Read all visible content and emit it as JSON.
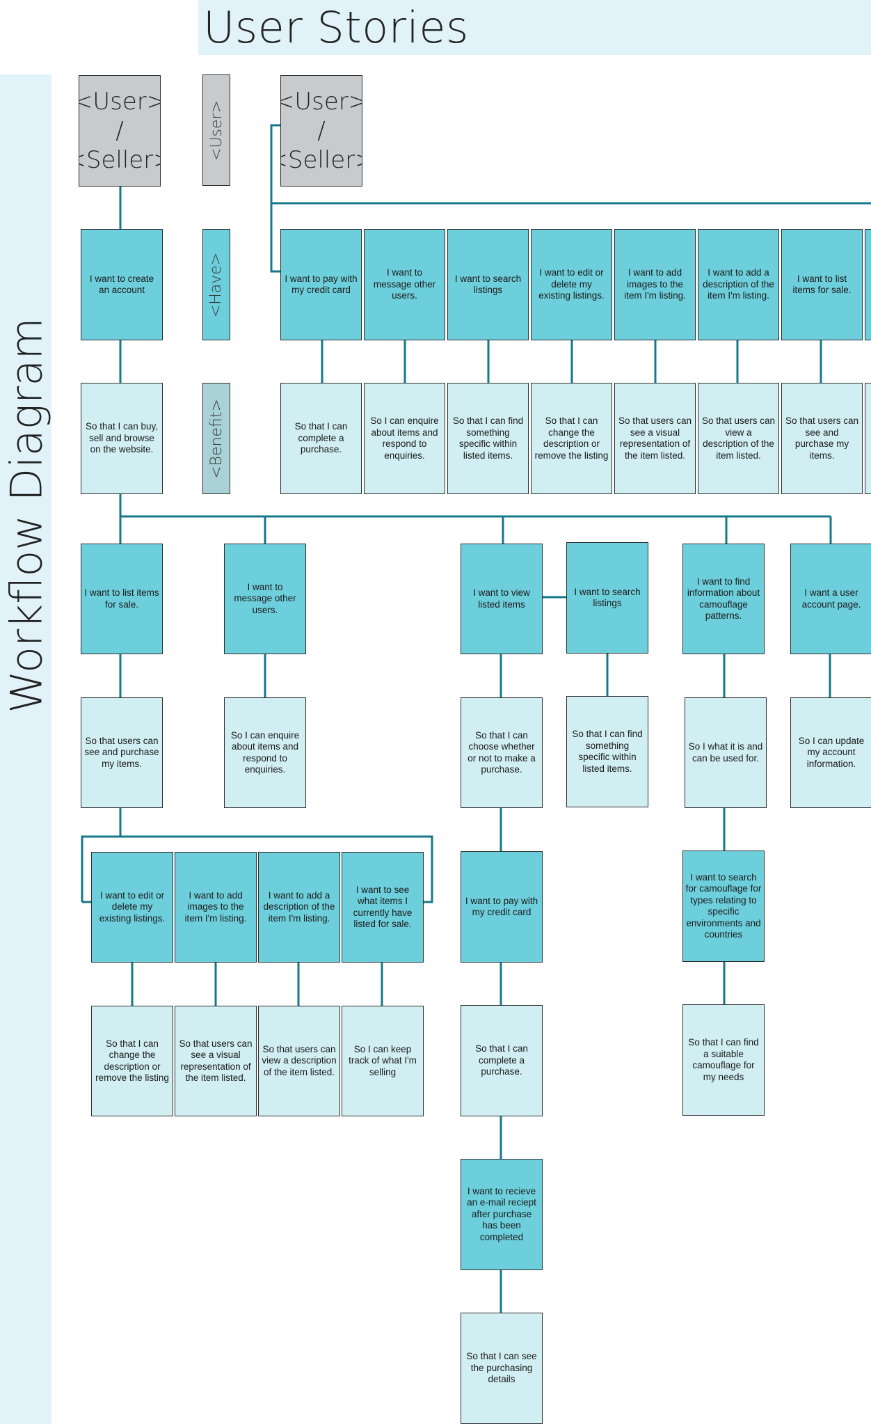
{
  "header": {
    "title": "User Stories"
  },
  "sidebar": {
    "title": "Workflow Diagram"
  },
  "legend": {
    "user": "<User>",
    "have": "<Have>",
    "benefit": "<Benefit>"
  },
  "roles": {
    "left": "<User>\n/\n<Seller>",
    "right": "<User>\n/\n<Seller>"
  },
  "top_row": {
    "wants": [
      "I want to pay with my credit card",
      "I want to message other users.",
      "I want to search listings",
      "I want to edit or delete my existing listings.",
      "I want to add images to the item I'm listing.",
      "I want to add a description of the item I'm listing.",
      "I want to list items for sale."
    ],
    "benefits": [
      "So that I can complete a purchase.",
      "So I can enquire about items and respond to enquiries.",
      "So that I can find something specific within listed items.",
      "So that I can change the description or remove the listing",
      "So that users can see a visual representation of the item listed.",
      "So that users can view a description of the item listed.",
      "So that users can see and purchase my items."
    ]
  },
  "flow": {
    "create_account": "I want to create an account",
    "create_account_benefit": "So that I can buy, sell and browse on the website.",
    "list_items": "I want to list items for sale.",
    "list_items_benefit": "So that users can see and purchase my items.",
    "message_users": "I want to message other users.",
    "message_users_benefit": "So I can enquire about items and respond to enquiries.",
    "view_items": "I want to view listed items",
    "view_items_benefit": "So that I can choose whether or not to make a purchase.",
    "search_listings": "I want to search listings",
    "search_listings_benefit": "So that I can find something specific within listed items.",
    "camo_info": "I want to find information about camouflage patterns.",
    "camo_info_benefit": "So I what it is and can be used for.",
    "account_page": "I want a user account page.",
    "account_page_benefit": "So I can update my account information.",
    "edit_listings": "I want to edit or delete my existing listings.",
    "edit_listings_benefit": "So that I can change the description or remove the listing",
    "add_images": "I want to add images to the item I'm listing.",
    "add_images_benefit": "So that users can see a visual representation of the item listed.",
    "add_description": "I want to add a description of the item I'm listing.",
    "add_description_benefit": "So that users can view a description of the item listed.",
    "see_listed": "I want to see what items I currently have listed for sale.",
    "see_listed_benefit": "So I can keep track of what I'm selling",
    "pay_card": "I want to pay with my credit card",
    "pay_card_benefit": "So that I can complete a purchase.",
    "search_camo": "I want to search for camouflage for types relating to specific environments and countries",
    "search_camo_benefit": "So that I can find a suitable camouflage for my needs",
    "email_receipt": "I want to recieve an e-mail reciept after purchase has been completed",
    "email_receipt_benefit": "So that I can see the purchasing details"
  },
  "colors": {
    "want": "#6ecfdc",
    "benefit": "#d1eef2",
    "role": "#c8cbcd",
    "connector": "#14788a",
    "band": "#e1f3f8"
  }
}
